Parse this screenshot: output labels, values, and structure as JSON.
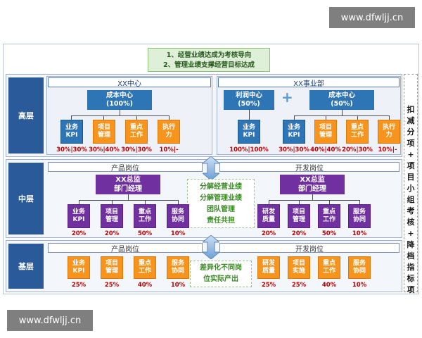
{
  "watermark_top": "www.dfwljj.cn",
  "watermark_bottom": "www.dfwljj.cn",
  "header_lines": [
    "1、经营业绩达成为考核导向",
    "2、管理业绩支撑经营目标达成"
  ],
  "levels": {
    "high": "高层",
    "mid": "中层",
    "base": "基层"
  },
  "high": {
    "left_title": "XX中心",
    "right_title": "XX事业部",
    "left_center": "成本中心\n(100%)",
    "right_center_a": "利润中心\n(50%)",
    "right_center_b": "成本中心\n(50%)",
    "plus": "+",
    "left_kpis": [
      "业务\nKPI",
      "项目\n管理",
      "重点\n工作",
      "执行\n力"
    ],
    "left_pcts": [
      "30%|30%",
      "30%|40%",
      "30%|30%",
      "10%|-"
    ],
    "right_a_kpi": "业务\nKPI",
    "right_a_pct": "100%|100%",
    "right_kpis": [
      "业务\nKPI",
      "项目\n管理",
      "重点\n工作",
      "执行\n力"
    ],
    "right_pcts": [
      "30%|30%",
      "40%|40%",
      "20%|30%",
      "10%|-"
    ]
  },
  "mid": {
    "left_pos": "产品岗位",
    "right_pos": "开发岗位",
    "left_mgr": "XX总监\n部门经理",
    "right_mgr": "XX总监\n部门经理",
    "center_text": [
      "分解经营业绩",
      "分解管理业绩",
      "团队管理",
      "责任共担"
    ],
    "left_kpis": [
      "业务\nKPI",
      "项目\n管理",
      "重点\n工作",
      "服务\n协同"
    ],
    "left_pcts": [
      "20%",
      "20%",
      "50%",
      "10%"
    ],
    "right_kpis": [
      "研发\n质量",
      "项目\n管理",
      "重点\n工作",
      "服务\n协同"
    ],
    "right_pcts": [
      "20%",
      "20%",
      "50%",
      "10%"
    ]
  },
  "base": {
    "left_pos": "产品岗位",
    "right_pos": "开发岗位",
    "center_text": [
      "差异化不同岗",
      "位实际产出"
    ],
    "left_kpis": [
      "业务\nKPI",
      "项目\n管理",
      "重点\n工作",
      "服务\n协同"
    ],
    "left_pcts": [
      "25%",
      "25%",
      "40%",
      "10%"
    ],
    "right_kpis": [
      "研发\n质量",
      "项目\n实施",
      "重点\n工作",
      "服务\n协同"
    ],
    "right_pcts": [
      "25%",
      "25%",
      "40%",
      "10%"
    ]
  },
  "right_note": [
    "扣",
    "减",
    "分",
    "项",
    "+",
    "项",
    "目",
    "小",
    "组",
    "考",
    "核",
    "+",
    "降",
    "档",
    "指",
    "标",
    "项"
  ]
}
